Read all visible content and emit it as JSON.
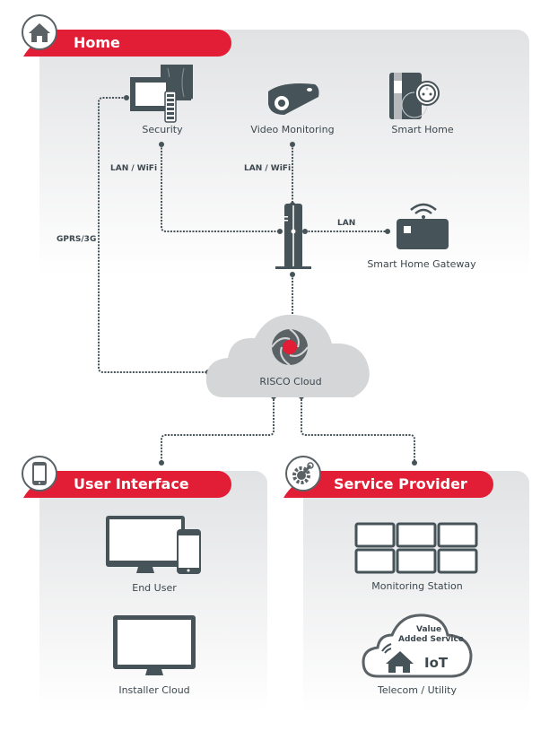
{
  "sections": {
    "home": {
      "title": "Home",
      "icon": "house-icon"
    },
    "user_interface": {
      "title": "User Interface",
      "icon": "smartphone-icon"
    },
    "service_provider": {
      "title": "Service Provider",
      "icon": "gear-wrench-icon"
    }
  },
  "home_devices": {
    "security": "Security",
    "video_monitoring": "Video Monitoring",
    "smart_home": "Smart Home",
    "smart_home_gateway": "Smart Home Gateway"
  },
  "connections": {
    "security_lan": "LAN / WiFi",
    "video_lan": "LAN / WiFi",
    "gateway_lan": "LAN",
    "gprs": "GPRS/3G"
  },
  "cloud": {
    "label": "RISCO Cloud"
  },
  "user_interface_items": [
    "End User",
    "Installer Cloud"
  ],
  "service_provider_items": [
    "Monitoring Station",
    "Telecom / Utility"
  ],
  "iot_cloud": {
    "line1": "Value",
    "line2": "Added Service",
    "iot": "IoT"
  },
  "colors": {
    "accent": "#e21e36",
    "icon": "#465359",
    "panel": "#e1e2e4",
    "cloud": "#d5d6d7"
  }
}
